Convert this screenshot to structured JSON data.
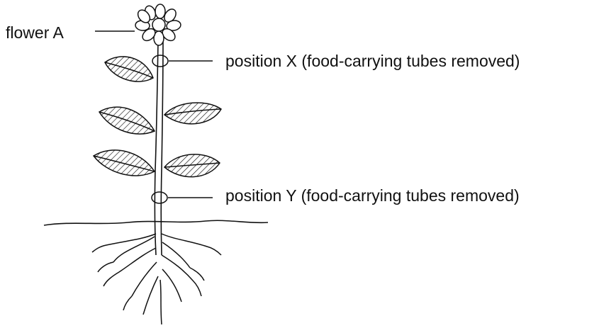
{
  "labels": {
    "flower": "flower A",
    "position_x": "position X (food-carrying tubes removed)",
    "position_y": "position Y (food-carrying tubes removed)"
  },
  "colors": {
    "ink": "#111111",
    "background": "#ffffff"
  }
}
